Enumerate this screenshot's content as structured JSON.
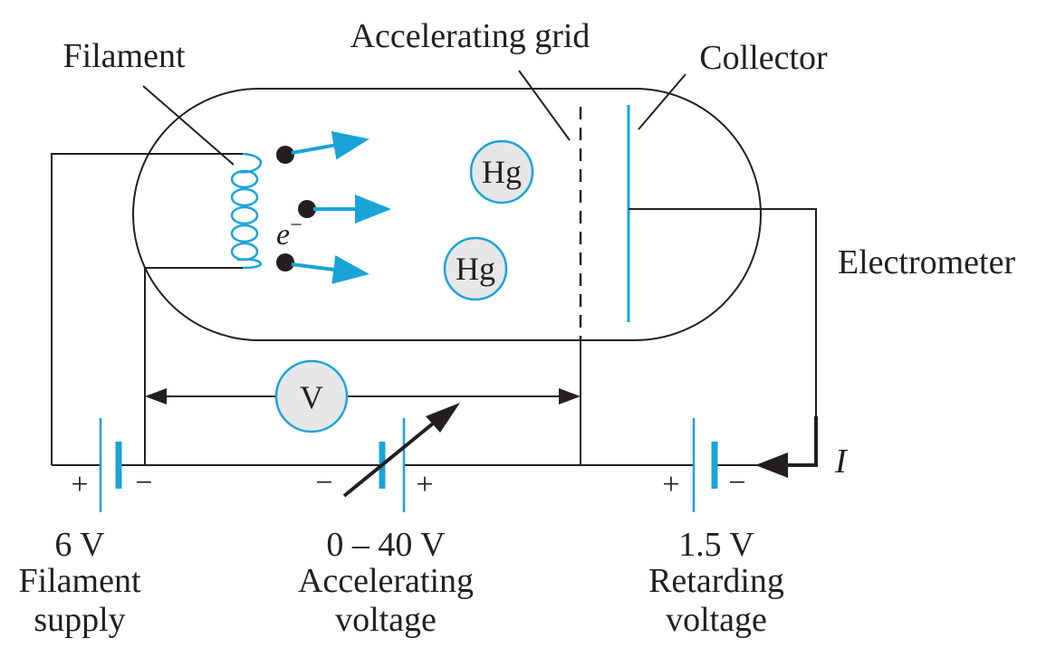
{
  "labels": {
    "filament": "Filament",
    "accelerating_grid": "Accelerating grid",
    "collector": "Collector",
    "electrometer": "Electrometer",
    "electron": "e",
    "electron_sup": "−",
    "current": "I",
    "atom": "Hg",
    "voltmeter": "V"
  },
  "sources": {
    "filament_supply": {
      "value": "6 V",
      "line1": "Filament",
      "line2": "supply",
      "plus": "+",
      "minus": "−"
    },
    "accelerating": {
      "value": "0 – 40 V",
      "line1": "Accelerating",
      "line2": "voltage",
      "plus": "+",
      "minus": "−"
    },
    "retarding": {
      "value": "1.5 V",
      "line1": "Retarding",
      "line2": "voltage",
      "plus": "+",
      "minus": "−"
    }
  },
  "colors": {
    "line": "#231f20",
    "accent": "#1aa3d9",
    "fill": "#e6e7e8"
  }
}
